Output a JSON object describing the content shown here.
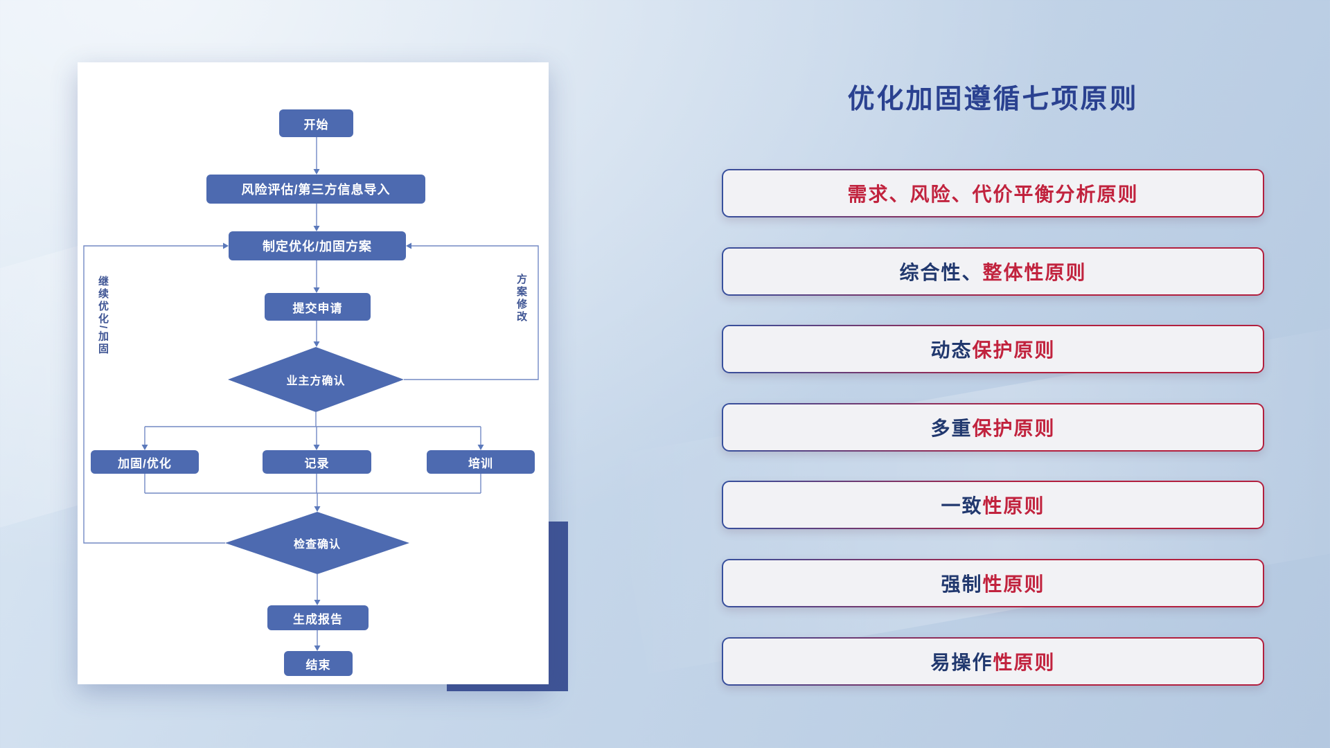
{
  "flowchart": {
    "nodes": {
      "start": {
        "label": "开始"
      },
      "risk": {
        "label": "风险评估/第三方信息导入"
      },
      "plan": {
        "label": "制定优化/加固方案"
      },
      "submit": {
        "label": "提交申请"
      },
      "confirm": {
        "label": "业主方确认"
      },
      "harden": {
        "label": "加固/优化"
      },
      "record": {
        "label": "记录"
      },
      "training": {
        "label": "培训"
      },
      "check": {
        "label": "检查确认"
      },
      "report": {
        "label": "生成报告"
      },
      "end": {
        "label": "结束"
      }
    },
    "edge_labels": {
      "left_loop": "继续优化/加固",
      "right_loop": "方案修改"
    }
  },
  "principles": {
    "title": "优化加固遵循七项原则",
    "items": [
      {
        "prefix": "",
        "suffix": "需求、风险、代价平衡分析原则"
      },
      {
        "prefix": "综合性、",
        "suffix": "整体性原则"
      },
      {
        "prefix": "动态",
        "suffix": "保护原则"
      },
      {
        "prefix": "多重",
        "suffix": "保护原则"
      },
      {
        "prefix": "一致",
        "suffix": "性原则"
      },
      {
        "prefix": "强制",
        "suffix": "性原则"
      },
      {
        "prefix": "易操作",
        "suffix": "性原则"
      }
    ]
  },
  "colors": {
    "node_blue": "#4d6ab0",
    "connector_blue": "#7289c4",
    "title_blue": "#2a4190",
    "principle_blue": "#21386e",
    "principle_red": "#c1233e",
    "accent_rect_blue": "#3f5496"
  }
}
